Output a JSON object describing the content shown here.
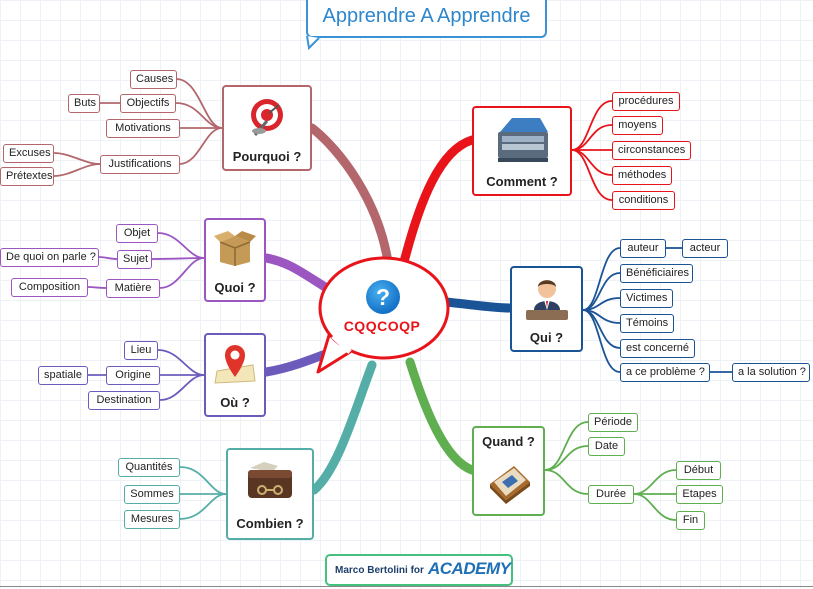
{
  "title": "Apprendre A Apprendre",
  "center": {
    "label": "CQQCOQP",
    "icon_glyph": "?",
    "icon": "question-icon"
  },
  "topics": {
    "pourquoi": {
      "label": "Pourquoi ?",
      "icon": "target-icon"
    },
    "comment": {
      "label": "Comment ?",
      "icon": "toolbox-icon"
    },
    "quoi": {
      "label": "Quoi ?",
      "icon": "box-icon"
    },
    "qui": {
      "label": "Qui ?",
      "icon": "person-icon"
    },
    "ou": {
      "label": "Où ?",
      "icon": "map-pin-icon"
    },
    "quand": {
      "label": "Quand ?",
      "icon": "calendar-icon"
    },
    "combien": {
      "label": "Combien ?",
      "icon": "wallet-icon"
    }
  },
  "leaves": {
    "pourquoi": {
      "causes": "Causes",
      "objectifs": "Objectifs",
      "buts": "Buts",
      "motivations": "Motivations",
      "justifications": "Justifications",
      "excuses": "Excuses",
      "pretextes": "Prétextes"
    },
    "comment": [
      "procédures",
      "moyens",
      "circonstances",
      "méthodes",
      "conditions"
    ],
    "quoi": {
      "objet": "Objet",
      "sujet": "Sujet",
      "de_quoi": "De quoi on parle ?",
      "matiere": "Matière",
      "composition": "Composition"
    },
    "qui": {
      "auteur": "auteur",
      "acteur": "acteur",
      "beneficiaires": "Bénéficiaires",
      "victimes": "Victimes",
      "temoins": "Témoins",
      "concerne": "est concerné",
      "probleme": "a ce problème ?",
      "solution": "a la solution ?"
    },
    "ou": {
      "lieu": "Lieu",
      "origine": "Origine",
      "spatiale": "spatiale",
      "destination": "Destination"
    },
    "quand": {
      "periode": "Période",
      "date": "Date",
      "duree": "Durée",
      "debut": "Début",
      "etapes": "Etapes",
      "fin": "Fin"
    },
    "combien": [
      "Quantités",
      "Sommes",
      "Mesures"
    ]
  },
  "credit": {
    "author": "Marco Bertolini for",
    "logo": "ACADEMY"
  },
  "colors": {
    "pourquoi": "#b3676c",
    "comment": "#e8141a",
    "quoi": "#9b56c2",
    "qui": "#1a5396",
    "ou": "#6d5bbb",
    "quand": "#5fae50",
    "combien": "#55ada8",
    "title": "#2e86cb",
    "center_border": "#e8141a"
  }
}
